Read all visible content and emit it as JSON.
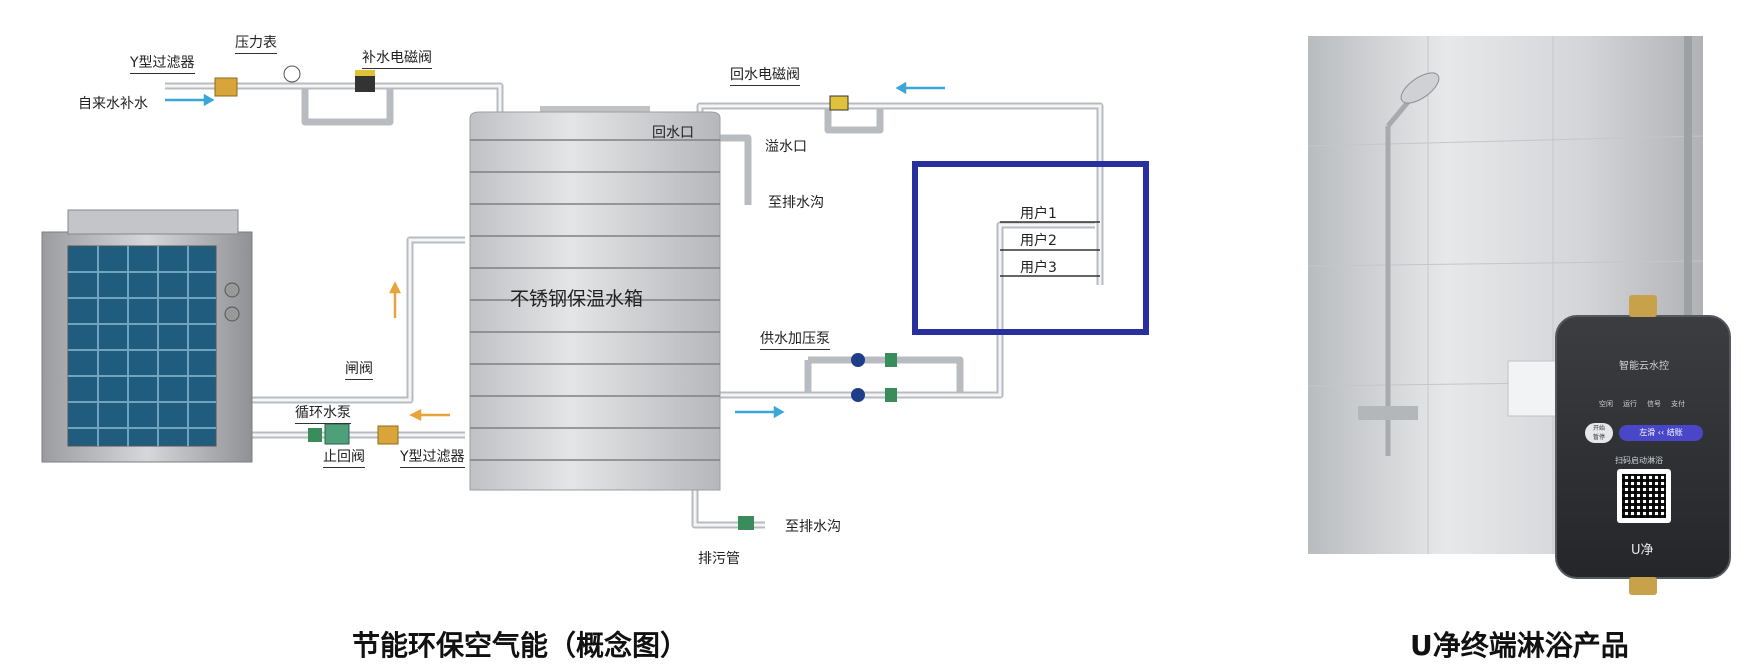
{
  "diagram": {
    "labels": {
      "pressure_gauge": "压力表",
      "y_filter_top": "Y型过滤器",
      "makeup_solenoid": "补水电磁阀",
      "tap_water": "自来水补水",
      "return_solenoid": "回水电磁阀",
      "return_port": "回水口",
      "overflow_port": "溢水口",
      "to_drain_1": "至排水沟",
      "tank": "不锈钢保温水箱",
      "gate_valve": "闸阀",
      "circ_pump": "循环水泵",
      "check_valve": "止回阀",
      "y_filter_bottom": "Y型过滤器",
      "booster_pump": "供水加压泵",
      "user1": "用户1",
      "user2": "用户2",
      "user3": "用户3",
      "to_drain_2": "至排水沟",
      "drain_pipe": "排污管"
    }
  },
  "captions": {
    "left": "节能环保空气能（概念图）",
    "right": "U净终端淋浴产品"
  },
  "device": {
    "title": "智能云水控",
    "icons": [
      "空闲",
      "运行",
      "信号",
      "支付"
    ],
    "button_start": "开始",
    "button_pause": "暂停",
    "swipe_text": "左滑 ‹‹ 结账",
    "qr_hint": "扫码启动淋浴",
    "brand": "U净"
  },
  "colors": {
    "highlight": "#2a2f9f",
    "arrow": "#2e2ea8",
    "flow_arrow": "#3aa7d8",
    "orange_arrow": "#e8a33a",
    "pipe": "#c9ccd0",
    "tank": "#d2d4d6"
  }
}
